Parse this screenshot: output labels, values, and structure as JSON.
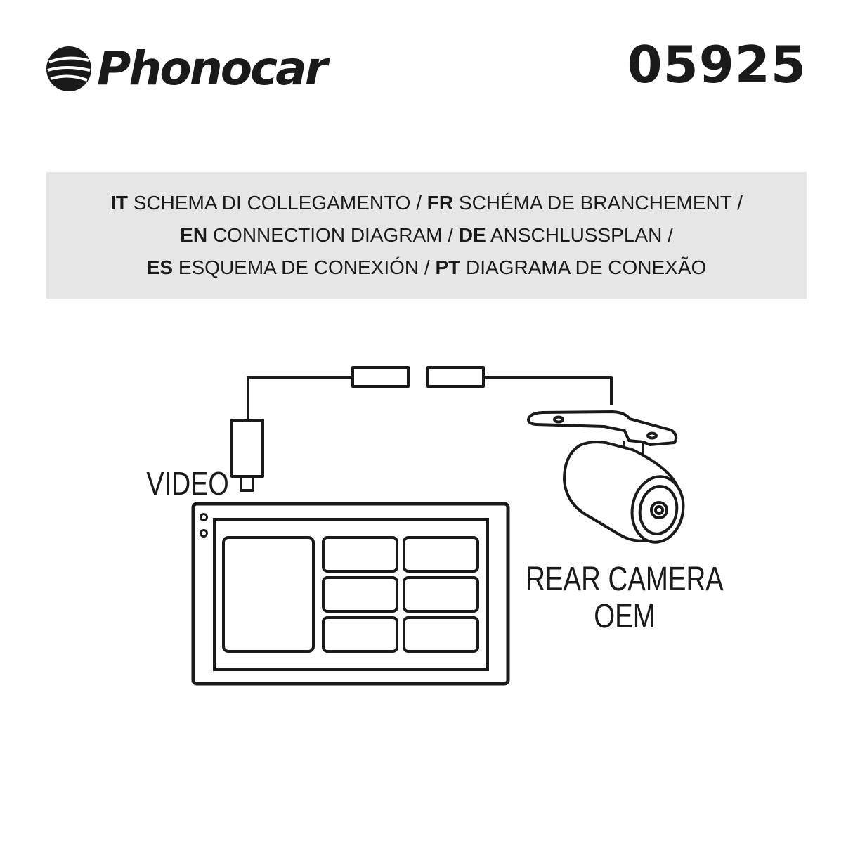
{
  "header": {
    "brand": "Phonocar",
    "model_number": "05925"
  },
  "banner": {
    "lines": [
      [
        {
          "code": "IT",
          "text": " SCHEMA DI COLLEGAMENTO / "
        },
        {
          "code": "FR",
          "text": " SCHÉMA DE BRANCHEMENT /"
        }
      ],
      [
        {
          "code": "EN",
          "text": " CONNECTION DIAGRAM / "
        },
        {
          "code": "DE",
          "text": " ANSCHLUSSPLAN /"
        }
      ],
      [
        {
          "code": "ES",
          "text": " ESQUEMA DE CONEXIÓN / "
        },
        {
          "code": "PT",
          "text": " DIAGRAMA DE CONEXÃO"
        }
      ]
    ]
  },
  "diagram": {
    "video_label": "VIDEO",
    "camera_label_line1": "REAR CAMERA",
    "camera_label_line2": "OEM"
  },
  "icons": {
    "logo": "phonocar-logo-icon",
    "head_unit": "head-unit-icon",
    "camera": "rear-camera-icon",
    "connector": "rca-connector-icon"
  }
}
